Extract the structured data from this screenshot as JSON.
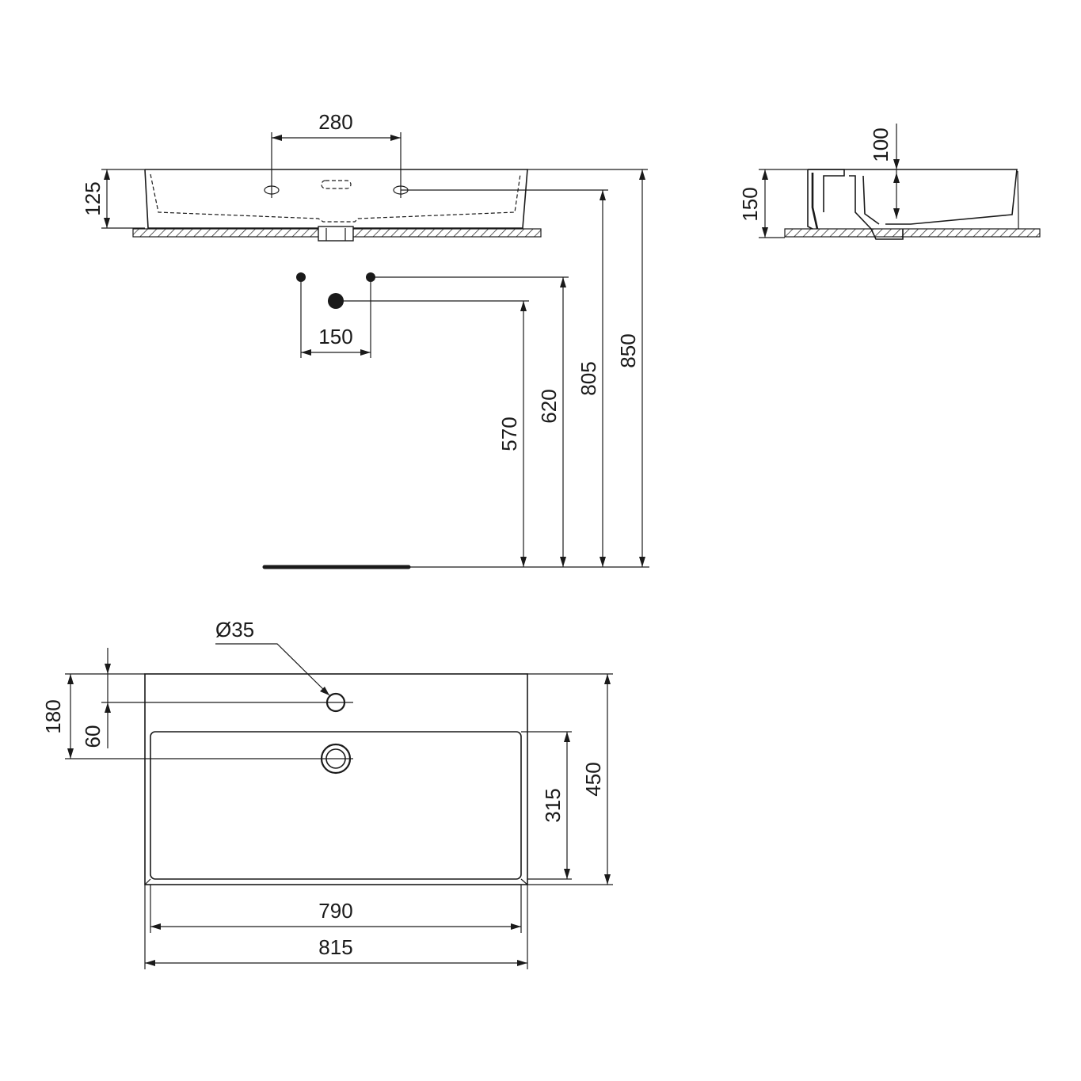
{
  "colors": {
    "ink": "#1a1a1a",
    "background": "#ffffff"
  },
  "dimensions": {
    "tap_hole_spacing": "280",
    "basin_height": "125",
    "side_depth_inner": "100",
    "side_height": "150",
    "wall_outlet_spacing": "150",
    "drain_height": "570",
    "supply_height": "620",
    "rim_height_tap": "805",
    "rim_height": "850",
    "tap_hole_diameter": "Ø35",
    "tap_hole_offset": "60",
    "waste_offset": "180",
    "bowl_depth": "315",
    "overall_depth": "450",
    "bowl_width": "790",
    "overall_width": "815"
  }
}
